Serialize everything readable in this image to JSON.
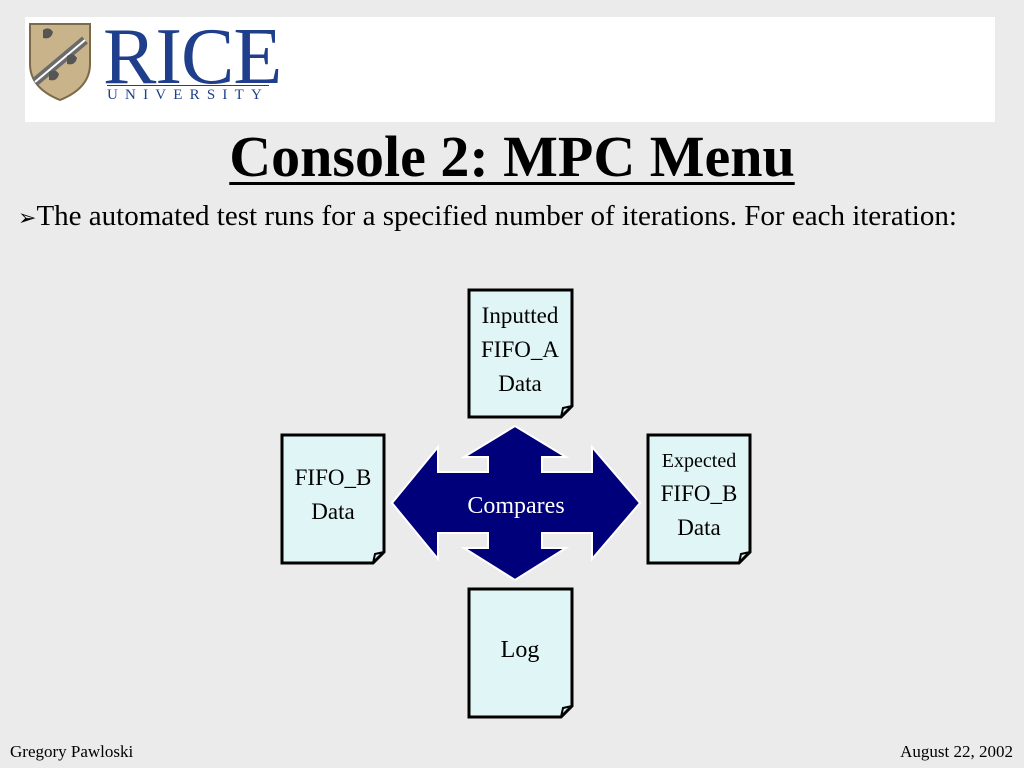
{
  "logo": {
    "word": "RICE",
    "sub": "UNIVERSITY",
    "icon": "rice-shield-icon",
    "color": "#1f3f8c"
  },
  "slide": {
    "title": "Console 2: MPC Menu",
    "bullet": "The automated test runs for a specified number of iterations. For each iteration:"
  },
  "diagram": {
    "nodes": {
      "top": [
        "Inputted",
        "FIFO_A",
        "Data"
      ],
      "left": [
        "FIFO_B",
        "Data"
      ],
      "right": [
        "Expected",
        "FIFO_B",
        "Data"
      ],
      "bottom": [
        "Log"
      ]
    },
    "center_label": "Compares",
    "colors": {
      "doc_fill": "#e0f5f5",
      "arrow_fill": "#00007a"
    }
  },
  "footer": {
    "author": "Gregory Pawloski",
    "date": "August 22, 2002"
  }
}
